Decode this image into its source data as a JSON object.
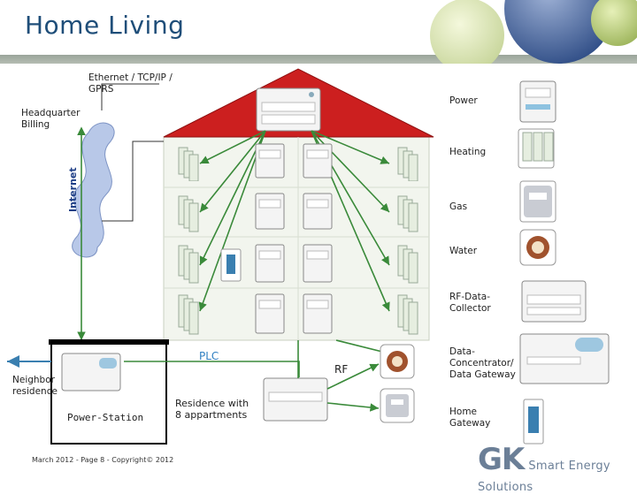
{
  "slide": {
    "title": "Home Living",
    "footer": "March 2012 - Page 8 - Copyright© 2012"
  },
  "diagram": {
    "connection_label": "Ethernet / TCP/IP / GPRS",
    "headquarter": "Headquarter Billing",
    "internet": "Internet",
    "plc": "PLC",
    "rf": "RF",
    "neighbor": "Neighbor residence",
    "power_station": "Power-Station",
    "residence": "Residence with 8 appartments"
  },
  "legend": {
    "power": "Power",
    "heating": "Heating",
    "gas": "Gas",
    "water": "Water",
    "rf_collector": "RF-Data-Collector",
    "concentrator": "Data-Concentrator/ Data Gateway",
    "home_gateway": "Home Gateway"
  },
  "logo": {
    "gk": "GK",
    "tagline": "Smart Energy Solutions"
  },
  "colors": {
    "roof": "#cc1f1f",
    "building": "#f2f5ee",
    "arrow": "#3a8a3a",
    "cloud": "#b8c8e8",
    "title": "#1f4e79"
  },
  "icons": [
    "power-meter-icon",
    "heat-meter-icon",
    "gas-meter-icon",
    "water-meter-icon",
    "collector-icon",
    "gateway-icon",
    "cloud-icon"
  ]
}
